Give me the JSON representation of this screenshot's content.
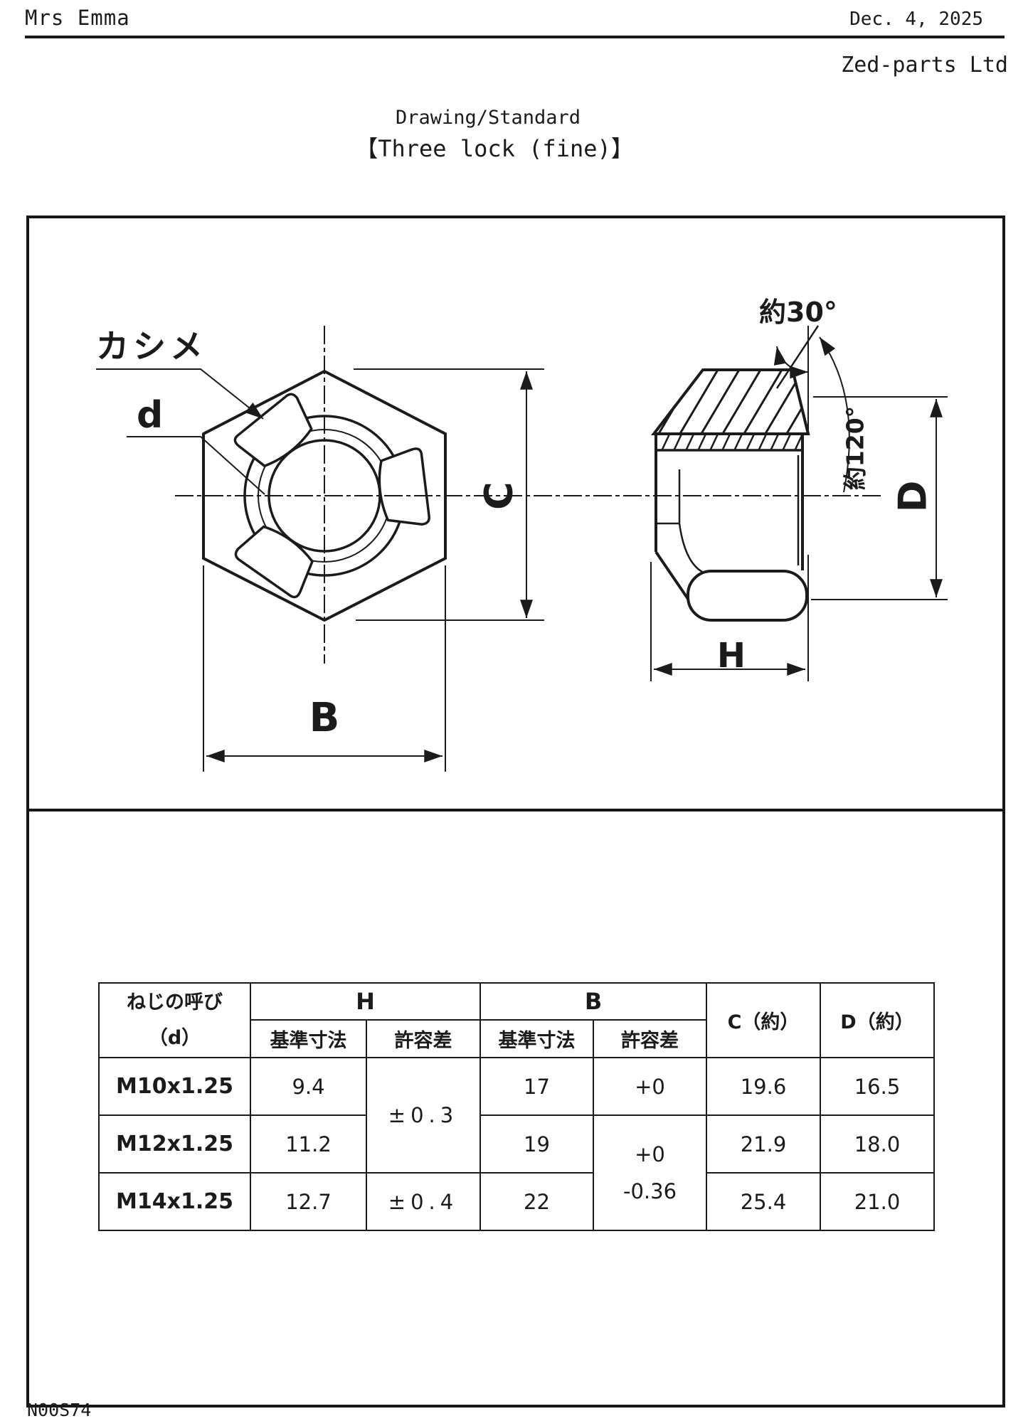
{
  "header": {
    "author": "Mrs Emma",
    "date": "Dec. 4, 2025",
    "company": "Zed-parts Ltd",
    "subtitle": "Drawing/Standard",
    "title": "【Three lock (fine)】"
  },
  "drawing": {
    "labels": {
      "crimp": "カシメ",
      "thread_dia": "d",
      "width_across_corners": "C",
      "width_across_flats": "B",
      "nut_height": "H",
      "cone_dia": "D",
      "angle_top": "約30°",
      "angle_cone": "約120°"
    }
  },
  "table": {
    "header": {
      "thread_label_line1": "ねじの呼び",
      "thread_label_line2": "（d）",
      "h": "H",
      "b": "B",
      "standard": "基準寸法",
      "tolerance": "許容差",
      "c": "C（約）",
      "d": "D（約）"
    },
    "h_tolerance_m10_m12": "±0.3",
    "b_tolerance_m12_m14_line1": "+0",
    "b_tolerance_m12_m14_line2": "-0.36",
    "rows": [
      {
        "size": "M10x1.25",
        "h_std": "9.4",
        "b_std": "17",
        "b_tol": "+0",
        "c": "19.6",
        "d": "16.5"
      },
      {
        "size": "M12x1.25",
        "h_std": "11.2",
        "b_std": "19",
        "c": "21.9",
        "d": "18.0"
      },
      {
        "size": "M14x1.25",
        "h_std": "12.7",
        "h_tol": "±0.4",
        "b_std": "22",
        "c": "25.4",
        "d": "21.0"
      }
    ]
  },
  "footer": {
    "code": "N00S74"
  }
}
